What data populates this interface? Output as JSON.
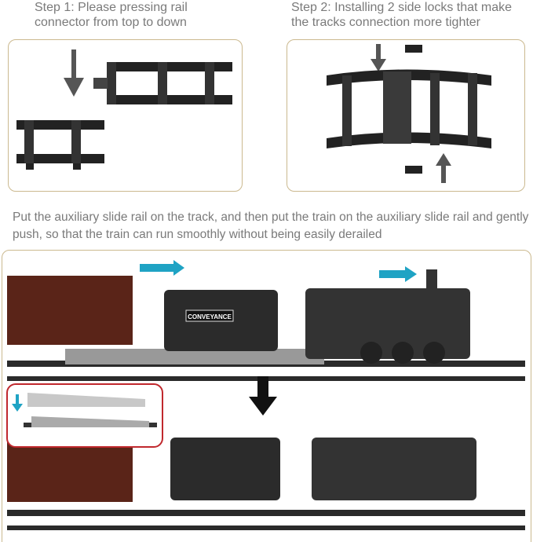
{
  "step1": {
    "caption_line1": "Step 1: Please pressing rail",
    "caption_line2": "connector from top to down"
  },
  "step2": {
    "caption_line1": "Step 2: Installing 2 side locks that make",
    "caption_line2": "the tracks connection more tighter"
  },
  "instruction": {
    "line1": "Put the auxiliary slide rail on the track, and then put the train on the auxiliary slide rail and gently",
    "line2": "push, so that the train can run smoothly without being easily derailed"
  },
  "train": {
    "tender_logo": "CONVEYANCE"
  },
  "colors": {
    "border": "#cbb98f",
    "arrow_teal": "#1fa3c4",
    "inset_border": "#c0282d",
    "track": "#2a2a2a",
    "coach": "#5a2418"
  }
}
